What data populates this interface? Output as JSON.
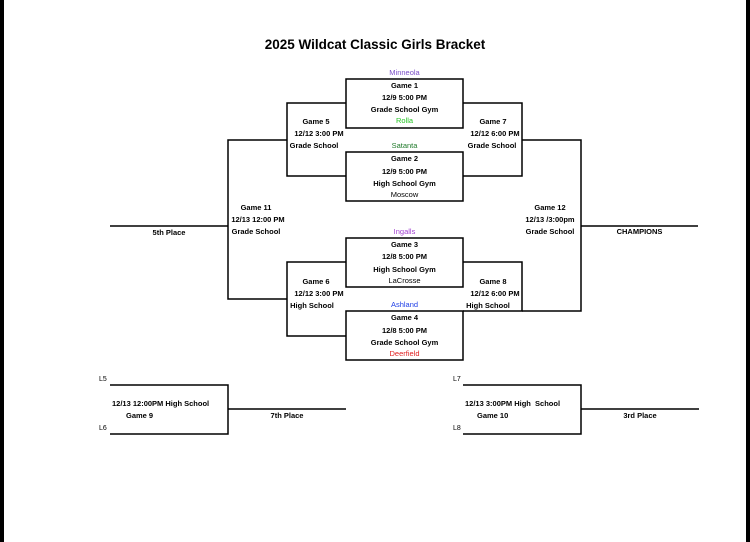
{
  "title": "2025 Wildcat Classic Girls Bracket",
  "colors": {
    "minneola": "#7b4fc9",
    "rolla": "#22c422",
    "satanta": "#1f7a2a",
    "moscow": "#000000",
    "ingalls": "#a03fd0",
    "lacrosse": "#000000",
    "ashland": "#1f3fe6",
    "deerfield": "#e02020"
  },
  "games": {
    "g1": {
      "name": "Game 1",
      "time": "12/9 5:00 PM",
      "venue": "Grade School Gym",
      "team_top": "Minneola",
      "team_bottom": "Rolla"
    },
    "g2": {
      "name": "Game 2",
      "time": "12/9 5:00 PM",
      "venue": "High School Gym",
      "team_top": "Satanta",
      "team_bottom": "Moscow"
    },
    "g3": {
      "name": "Game 3",
      "time": "12/8 5:00 PM",
      "venue": "High School Gym",
      "team_top": "Ingalls",
      "team_bottom": "LaCrosse"
    },
    "g4": {
      "name": "Game 4",
      "time": "12/8 5:00 PM",
      "venue": "Grade School Gym",
      "team_top": "Ashland",
      "team_bottom": "Deerfield"
    },
    "g5": {
      "name": "Game 5",
      "time": "12/12 3:00 PM",
      "venue": "Grade School"
    },
    "g6": {
      "name": "Game 6",
      "time": "12/12 3:00 PM",
      "venue": "High School"
    },
    "g7": {
      "name": "Game 7",
      "time": "12/12 6:00 PM",
      "venue": "Grade School"
    },
    "g8": {
      "name": "Game 8",
      "time": "12/12 6:00 PM",
      "venue": "High School"
    },
    "g9": {
      "name": "Game 9",
      "time": "12/13 12:00PM High School",
      "from_top": "L5",
      "from_bottom": "L6"
    },
    "g10": {
      "name": "Game 10",
      "time": "12/13 3:00PM High  School",
      "from_top": "L7",
      "from_bottom": "L8"
    },
    "g11": {
      "name": "Game 11",
      "time": "12/13 12:00 PM",
      "venue": "Grade School"
    },
    "g12": {
      "name": "Game 12",
      "time": "12/13 /3:00pm",
      "venue": "Grade School"
    }
  },
  "places": {
    "fifth": "5th Place",
    "champions": "CHAMPIONS",
    "seventh": "7th Place",
    "third": "3rd Place"
  }
}
